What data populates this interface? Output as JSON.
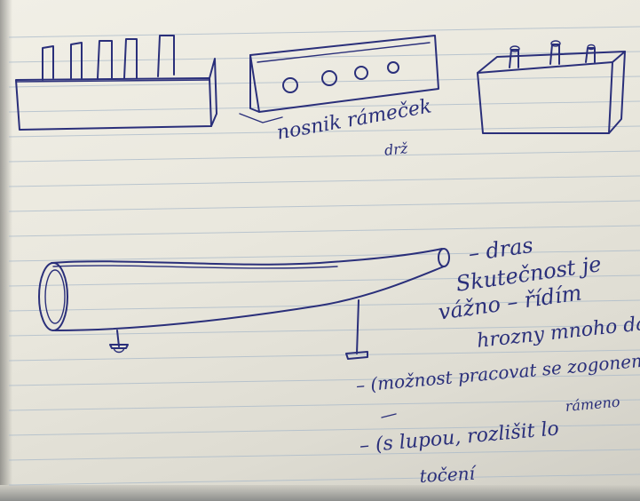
{
  "notes": {
    "label_middle": "nosnik rámeček",
    "label_middle_sub": "drž",
    "line_1": "– dras",
    "line_2": "Skutečnost je",
    "line_3": "vážno – řídím",
    "line_4": "hrozny mnoho dalš",
    "line_5": "– (možnost pracovat se zogonem)",
    "line_5_sub": "rámeno",
    "line_6": "– (s lupou, rozlišit lo",
    "line_7": "točení"
  }
}
